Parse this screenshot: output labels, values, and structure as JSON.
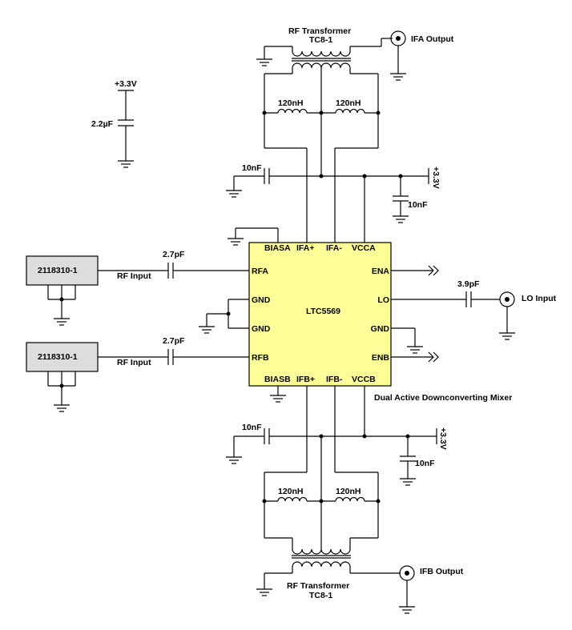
{
  "chip": {
    "name": "LTC5569",
    "description": "Dual Active Downconverting Mixer",
    "pins_top": [
      "BIASA",
      "IFA+",
      "IFA-",
      "VCCA"
    ],
    "pins_bottom": [
      "BIASB",
      "IFB+",
      "IFB-",
      "VCCB"
    ],
    "pins_left": [
      "RFA",
      "GND",
      "GND",
      "RFB"
    ],
    "pins_right": [
      "ENA",
      "LO",
      "GND",
      "ENB"
    ]
  },
  "top_section": {
    "transformer_title": "RF Transformer",
    "transformer_part": "TC8-1",
    "output_label": "IFA Output",
    "inductor_left": "120nH",
    "inductor_right": "120nH",
    "cap_left": "10nF",
    "cap_bypass": "10nF",
    "supply": "+3.3V"
  },
  "bottom_section": {
    "transformer_title": "RF Transformer",
    "transformer_part": "TC8-1",
    "output_label": "IFB Output",
    "inductor_left": "120nH",
    "inductor_right": "120nH",
    "cap_left": "10nF",
    "cap_bypass": "10nF",
    "supply": "+3.3V"
  },
  "decoupling": {
    "supply": "+3.3V",
    "cap": "2.2µF"
  },
  "rf_a": {
    "connector": "2118310-1",
    "label": "RF Input",
    "cap": "2.7pF"
  },
  "rf_b": {
    "connector": "2118310-1",
    "label": "RF Input",
    "cap": "2.7pF"
  },
  "lo": {
    "cap": "3.9pF",
    "label": "LO Input"
  }
}
